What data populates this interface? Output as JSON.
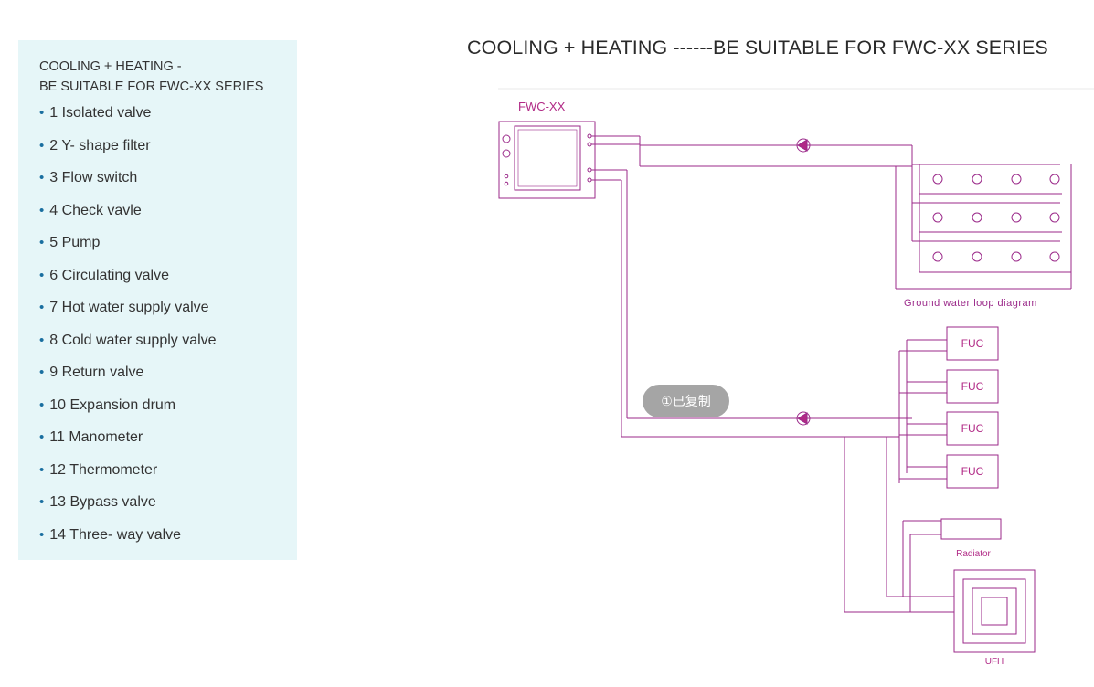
{
  "legend": {
    "heading_line1": "COOLING + HEATING -",
    "heading_line2": "BE SUITABLE FOR FWC-XX SERIES",
    "items": [
      "1 Isolated valve",
      "2 Y- shape filter",
      "3 Flow switch",
      "4 Check vavle",
      "5 Pump",
      "6 Circulating valve",
      "7 Hot water supply valve",
      "8 Cold water supply valve",
      "9 Return valve",
      "10 Expansion drum",
      "11 Manometer",
      "12 Thermometer",
      "13 Bypass valve",
      "14 Three- way valve"
    ]
  },
  "title": "COOLING + HEATING ------BE SUITABLE FOR FWC-XX SERIES",
  "diagram": {
    "unit_label": "FWC-XX",
    "ground_loop_label": "Ground water loop diagram",
    "fuc_label": "FUC",
    "radiator_label": "Radiator",
    "ufh_label": "UFH",
    "line_color": "#9b2a8a",
    "accent_color": "#b12a86"
  },
  "toast": {
    "text": "①已复制"
  },
  "colors": {
    "panel_bg": "#e6f6f8",
    "bullet": "#1a6fa0"
  }
}
